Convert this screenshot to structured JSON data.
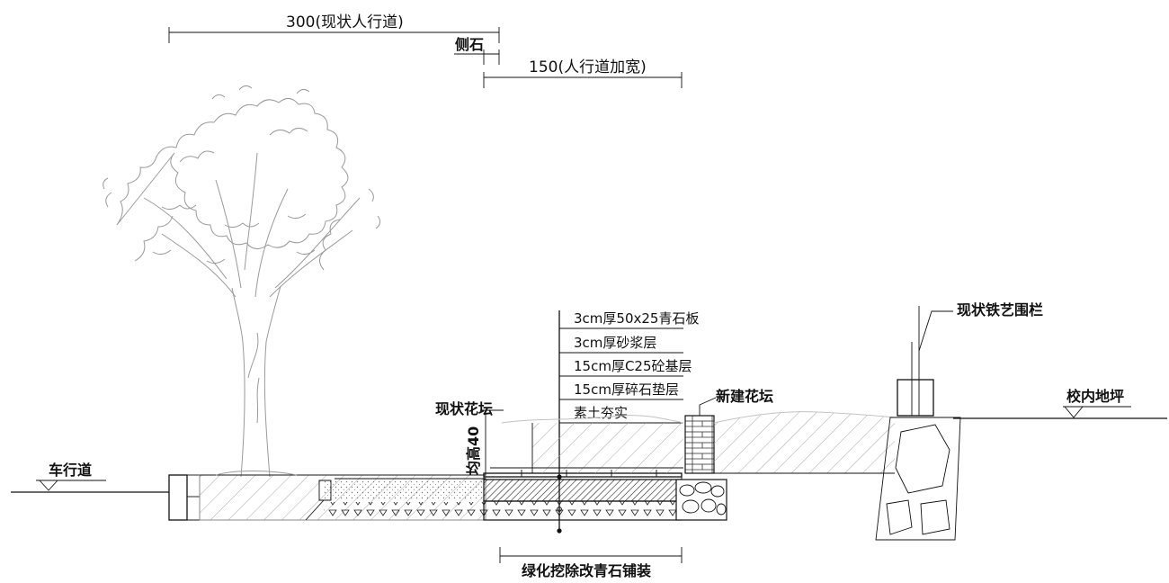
{
  "dimensions": {
    "existing_sidewalk": "300(现状人行道)",
    "curb": "侧石",
    "widening": "150(人行道加宽)"
  },
  "layers": [
    "3cm厚50x25青石板",
    "3cm厚砂浆层",
    "15cm厚C25砼基层",
    "15cm厚碎石垫层",
    "素土夯实"
  ],
  "labels": {
    "carriageway": "车行道",
    "existing_planter": "现状花坛",
    "planter_height": "均高40",
    "new_planter": "新建花坛",
    "existing_fence": "现状铁艺围栏",
    "campus_ground": "校内地坪",
    "bottom_note": "绿化挖除改青石铺装"
  }
}
